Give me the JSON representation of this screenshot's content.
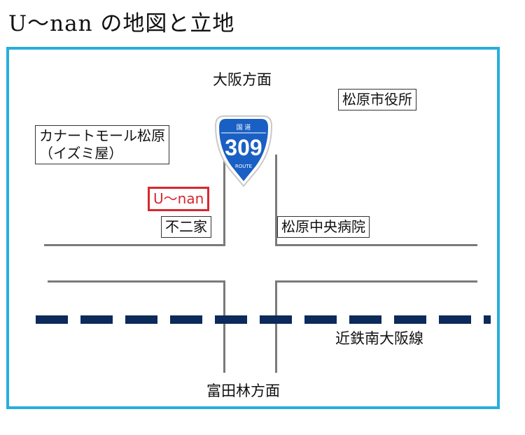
{
  "page": {
    "title": "U～nan の地図と立地"
  },
  "map": {
    "directions": {
      "north": "大阪方面",
      "south": "富田林方面"
    },
    "railway": {
      "label": "近鉄南大阪線",
      "color": "#0c2a5a"
    },
    "route_sign": {
      "top_text": "国 道",
      "number": "309",
      "bottom_text": "ROUTE",
      "color": "#1a5fc4"
    },
    "landmarks": {
      "city_hall": "松原市役所",
      "mall_line1": "カナートモール松原",
      "mall_line2": "（イズミ屋）",
      "unan": "U～nan",
      "funika": "不二家",
      "hospital": "松原中央病院"
    },
    "colors": {
      "frame": "#29aedc",
      "highlight": "#d7282f",
      "road": "#7a7a7a"
    }
  }
}
